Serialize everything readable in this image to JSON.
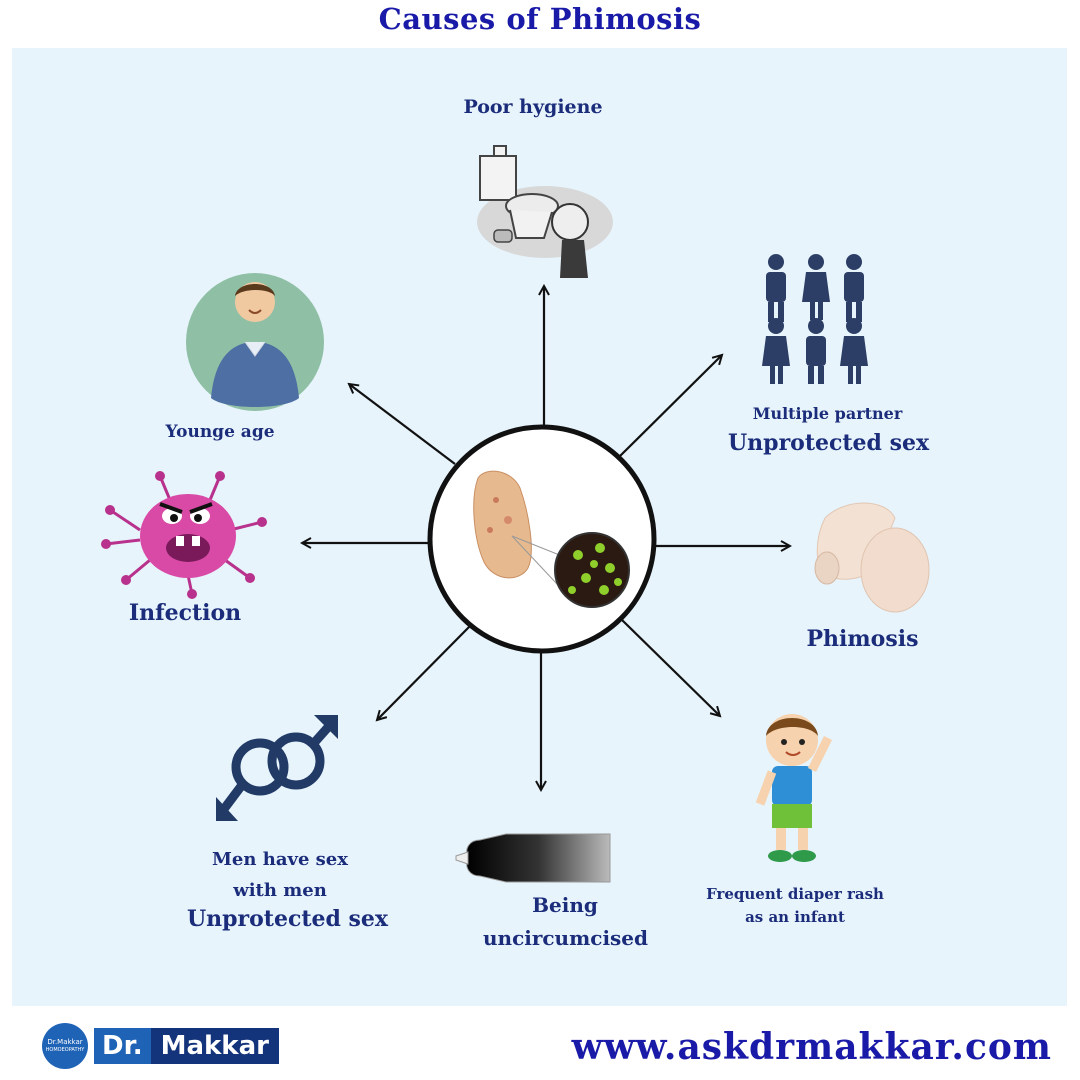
{
  "title": "Causes of Phimosis",
  "causes": {
    "poor_hygiene": "Poor hygiene",
    "younge_age": "Younge age",
    "multiple_partner": "Multiple partner",
    "unprotected_sex_1": "Unprotected sex",
    "infection": "Infection",
    "phimosis": "Phimosis",
    "msm_line1": "Men have sex",
    "msm_line2": "with men",
    "unprotected_sex_2": "Unprotected sex",
    "being": "Being",
    "uncircumcised": "uncircumcised",
    "diaper_line1": "Frequent diaper rash",
    "diaper_line2": "as an infant"
  },
  "footer": {
    "logo_small_top": "Dr.Makkar",
    "logo_small_bottom": "HOMOEOPATHY",
    "logo_dr": "Dr.",
    "logo_name": "Makkar",
    "url": "www.askdrmakkar.com"
  },
  "colors": {
    "title": "#1a1aa8",
    "label": "#1b2c7a",
    "panel_bg": "#e7f4fc",
    "logo_blue": "#1f63b6",
    "logo_dark": "#13337a"
  },
  "icons": {
    "center": "bacteria-magnifier-icon",
    "poor_hygiene": "dirty-toilet-icon",
    "younge_age": "young-man-avatar-icon",
    "multiple_partner": "people-group-icon",
    "infection": "virus-icon",
    "phimosis": "phimosis-illustration-icon",
    "msm": "male-male-symbol-icon",
    "uncircumcised": "uncircumcised-silhouette-icon",
    "diaper_rash": "child-waving-icon"
  }
}
